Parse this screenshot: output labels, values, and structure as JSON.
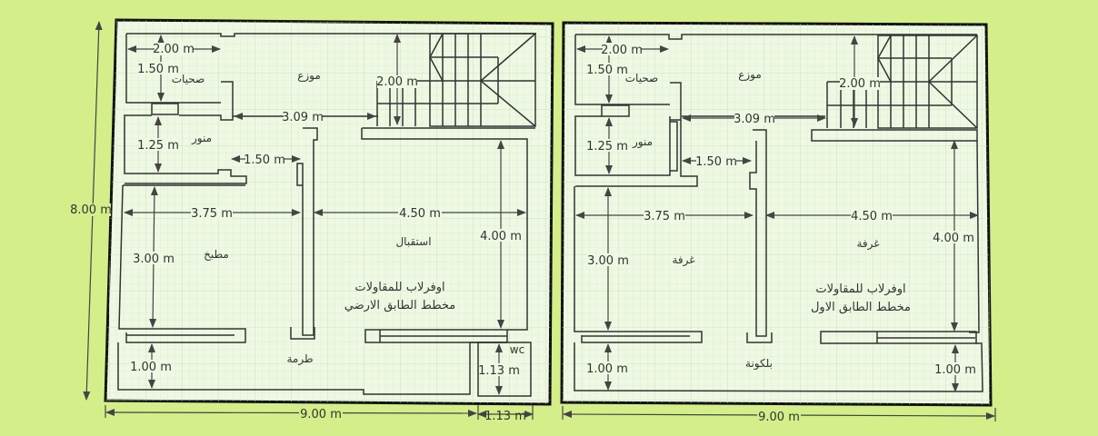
{
  "colors": {
    "background": "#d4ee8a",
    "paper": "#eef8e2",
    "grid": "#c9e3c0",
    "wall": "#333333",
    "dimension": "#444444"
  },
  "plans": [
    {
      "id": "ground-floor",
      "title_line1": "اوفرلاب للمقاولات",
      "title_line2": "مخطط الطابق الارضي",
      "rooms": {
        "bath": "صحيات",
        "lobby": "موزع",
        "lightwell": "منور",
        "big_left": "مطبخ",
        "big_right": "استقبال",
        "front": "طرمة",
        "wc": "wc"
      },
      "dims": {
        "bath_w": "2.00 m",
        "bath_h": "1.50 m",
        "stair_h": "2.00 m",
        "lobby_w": "3.09 m",
        "lightwell_h": "1.25 m",
        "corridor_w": "1.50 m",
        "left_w": "3.75 m",
        "right_w": "4.50 m",
        "left_h": "3.00 m",
        "right_h": "4.00 m",
        "front_h": "1.00 m",
        "wc_h": "1.13 m",
        "total_h": "8.00 m",
        "total_w": "9.00 m",
        "wc_w": "1.13 m"
      }
    },
    {
      "id": "first-floor",
      "title_line1": "اوفرلاب للمقاولات",
      "title_line2": "مخطط الطابق الاول",
      "rooms": {
        "bath": "صحيات",
        "lobby": "موزع",
        "lightwell": "منور",
        "big_left": "غرفة",
        "big_right": "غرفة",
        "front": "بلكونة"
      },
      "dims": {
        "bath_w": "2.00 m",
        "bath_h": "1.50 m",
        "stair_h": "2.00 m",
        "lobby_w": "3.09 m",
        "lightwell_h": "1.25 m",
        "corridor_w": "1.50 m",
        "left_w": "3.75 m",
        "right_w": "4.50 m",
        "left_h": "3.00 m",
        "right_h": "4.00 m",
        "front_h_left": "1.00 m",
        "front_h_right": "1.00 m",
        "total_w": "9.00 m"
      }
    }
  ]
}
